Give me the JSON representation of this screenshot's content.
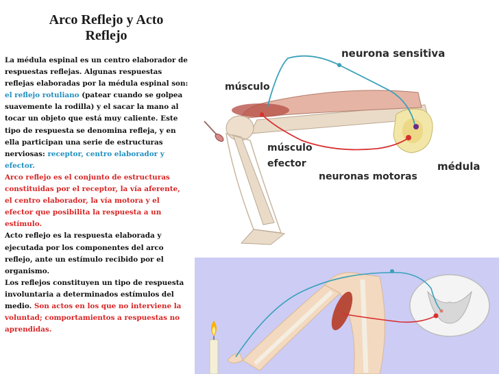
{
  "title": "Arco Reflejo y Acto Reflejo",
  "para1": {
    "intro": "La médula espinal es un centro elaborador de respuestas reflejas. Algunas respuestas reflejas elaboradas por la médula espinal son: ",
    "link1": "el reflejo rotuliano",
    "mid": " (patear cuando se golpea suavemente la rodilla) y el sacar la mano al tocar un objeto que está muy caliente. Este tipo de respuesta se denomina refleja, y en ella participan una serie de estructuras nerviosas: ",
    "link2": "receptor, centro elaborador y efector."
  },
  "para2": "Arco reflejo es el conjunto de estructuras constituidas por el receptor, la vía aferente, el centro elaborador, la vía motora y el efector que posibilita la respuesta a un estímulo.",
  "para3": "Acto reflejo es la respuesta elaborada y ejecutada por los componentes del arco reflejo, ante un estímulo recibido por el organismo.",
  "para4": {
    "text": "Los reflejos constituyen un tipo de respuesta involuntaria a determinados estímulos del medio. ",
    "emphasis": "Son actos en los que no interviene la voluntad; comportamientos a respuestas no aprendidas."
  },
  "figure1": {
    "label_sensory": "neurona sensitiva",
    "label_muscle": "músculo",
    "label_effector1": "músculo",
    "label_effector2": "efector",
    "label_motor": "neuronas motoras",
    "label_spine": "médula"
  },
  "colors": {
    "link": "#1f8fbf",
    "emphasis": "#d82424",
    "panel": "#ccccf5",
    "nerve": "#3aa0b8"
  }
}
